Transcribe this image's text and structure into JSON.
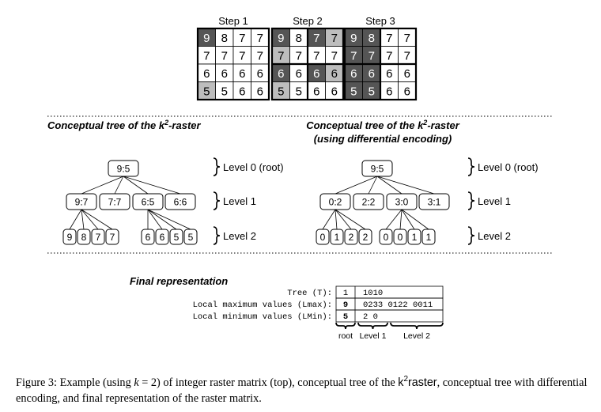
{
  "steps": [
    {
      "title": "Step 1",
      "cells": [
        [
          "9",
          "8",
          "7",
          "7"
        ],
        [
          "7",
          "7",
          "7",
          "7"
        ],
        [
          "6",
          "6",
          "6",
          "6"
        ],
        [
          "5",
          "5",
          "6",
          "6"
        ]
      ],
      "shade": [
        [
          "d",
          "w",
          "w",
          "w"
        ],
        [
          "w",
          "w",
          "w",
          "w"
        ],
        [
          "w",
          "w",
          "w",
          "w"
        ],
        [
          "l",
          "w",
          "w",
          "w"
        ]
      ]
    },
    {
      "title": "Step 2",
      "cells": [
        [
          "9",
          "8",
          "7",
          "7"
        ],
        [
          "7",
          "7",
          "7",
          "7"
        ],
        [
          "6",
          "6",
          "6",
          "6"
        ],
        [
          "5",
          "5",
          "6",
          "6"
        ]
      ],
      "shade": [
        [
          "d",
          "w",
          "d",
          "l"
        ],
        [
          "l",
          "w",
          "w",
          "w"
        ],
        [
          "d",
          "w",
          "d",
          "l"
        ],
        [
          "l",
          "w",
          "w",
          "w"
        ]
      ]
    },
    {
      "title": "Step 3",
      "cells": [
        [
          "9",
          "8",
          "7",
          "7"
        ],
        [
          "7",
          "7",
          "7",
          "7"
        ],
        [
          "6",
          "6",
          "6",
          "6"
        ],
        [
          "5",
          "5",
          "6",
          "6"
        ]
      ],
      "shade": [
        [
          "d",
          "d",
          "w",
          "w"
        ],
        [
          "d",
          "d",
          "w",
          "w"
        ],
        [
          "d",
          "d",
          "w",
          "w"
        ],
        [
          "d",
          "d",
          "w",
          "w"
        ]
      ]
    }
  ],
  "tree_left": {
    "title": "Conceptual tree of the k",
    "title_sup": "2",
    "title_end": "-raster",
    "root": "9:5",
    "level1": [
      "9:7",
      "7:7",
      "6:5",
      "6:6"
    ],
    "level2": [
      "9",
      "8",
      "7",
      "7",
      "6",
      "6",
      "5",
      "5"
    ]
  },
  "tree_right": {
    "title": "Conceptual tree of the k",
    "title_sup": "2",
    "title_end": "-raster",
    "title_line2": "(using differential encoding)",
    "root": "9:5",
    "level1": [
      "0:2",
      "2:2",
      "3:0",
      "3:1"
    ],
    "level2": [
      "0",
      "1",
      "2",
      "2",
      "0",
      "0",
      "1",
      "1"
    ]
  },
  "levels": [
    "Level 0 (root)",
    "Level 1",
    "Level 2"
  ],
  "final": {
    "title": "Final representation",
    "rows": [
      {
        "label": "Tree (T):",
        "first": "1",
        "rest": "1010"
      },
      {
        "label": "Local maximum values (Lmax):",
        "first": "9",
        "rest": "0233 0122 0011"
      },
      {
        "label": "Local minimum values (LMin):",
        "first": "5",
        "rest": "2 0"
      }
    ],
    "braces": [
      "root",
      "Level 1",
      "Level 2"
    ]
  },
  "caption": {
    "before": "Figure 3: Example (using ",
    "math": "k",
    "eq": " = 2) of integer raster matrix (top), conceptual tree of the ",
    "k2": "k",
    "k2sup": "2",
    "k2end": "raster",
    "after": ", conceptual tree with differential encoding, and final representation of the raster matrix."
  },
  "colors": {
    "dark": "#555555",
    "light": "#bdbdbd",
    "white": "#ffffff"
  }
}
